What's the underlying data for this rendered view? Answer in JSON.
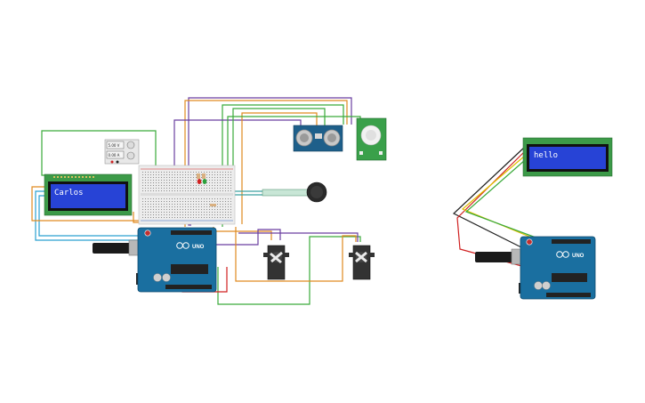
{
  "lcd_left": {
    "text": "Carlos"
  },
  "lcd_right": {
    "text": "hello"
  },
  "power_supply": {
    "voltage": "5.00 V",
    "current": "0.00 A"
  },
  "arduino": {
    "brand": "UNO"
  },
  "colors": {
    "board": "#1a6fa0",
    "lcd_screen": "#2743d6",
    "lcd_pcb": "#3c9a48",
    "wire_orange": "#e08a20",
    "wire_purple": "#6a3fa0",
    "wire_green": "#3aaa3a",
    "wire_blue": "#2aa0d0",
    "wire_red": "#d02020",
    "wire_yellow": "#e0c000",
    "wire_black": "#222222"
  }
}
